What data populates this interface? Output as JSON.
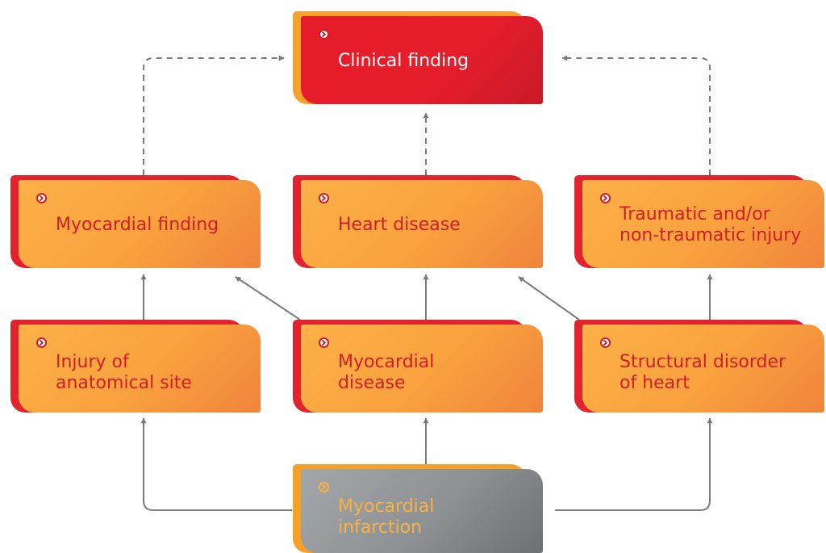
{
  "diagram": {
    "nodes": [
      {
        "id": "clinical-finding",
        "label": "Clinical finding",
        "style": "red"
      },
      {
        "id": "myocardial-finding",
        "label": "Myocardial finding",
        "style": "orange"
      },
      {
        "id": "heart-disease",
        "label": "Heart disease",
        "style": "orange"
      },
      {
        "id": "traumatic-injury",
        "label": "Traumatic and/or\nnon-traumatic injury",
        "style": "orange"
      },
      {
        "id": "injury-anatomical-site",
        "label": "Injury of\nanatomical site",
        "style": "orange"
      },
      {
        "id": "myocardial-disease",
        "label": "Myocardial\ndisease",
        "style": "orange"
      },
      {
        "id": "structural-disorder-heart",
        "label": "Structural disorder\nof heart",
        "style": "orange"
      },
      {
        "id": "myocardial-infarction",
        "label": "Myocardial\ninfarction",
        "style": "grey"
      }
    ],
    "edges": [
      {
        "from": "myocardial-finding",
        "to": "clinical-finding",
        "style": "dashed"
      },
      {
        "from": "heart-disease",
        "to": "clinical-finding",
        "style": "dashed"
      },
      {
        "from": "traumatic-injury",
        "to": "clinical-finding",
        "style": "dashed"
      },
      {
        "from": "injury-anatomical-site",
        "to": "myocardial-finding",
        "style": "solid"
      },
      {
        "from": "myocardial-disease",
        "to": "myocardial-finding",
        "style": "solid"
      },
      {
        "from": "myocardial-disease",
        "to": "heart-disease",
        "style": "solid"
      },
      {
        "from": "structural-disorder-heart",
        "to": "heart-disease",
        "style": "solid"
      },
      {
        "from": "structural-disorder-heart",
        "to": "traumatic-injury",
        "style": "solid"
      },
      {
        "from": "myocardial-infarction",
        "to": "injury-anatomical-site",
        "style": "solid"
      },
      {
        "from": "myocardial-infarction",
        "to": "myocardial-disease",
        "style": "solid"
      },
      {
        "from": "myocardial-infarction",
        "to": "structural-disorder-heart",
        "style": "solid"
      }
    ],
    "colors": {
      "red": "#e51c2a",
      "orange": "#f9a13e",
      "grey": "#8e9194",
      "label_red": "#cf1f26",
      "label_gold": "#fbb142",
      "connector": "#7b7b7b"
    },
    "icons": {
      "node_marker": "chevron-right-circle-icon"
    }
  }
}
